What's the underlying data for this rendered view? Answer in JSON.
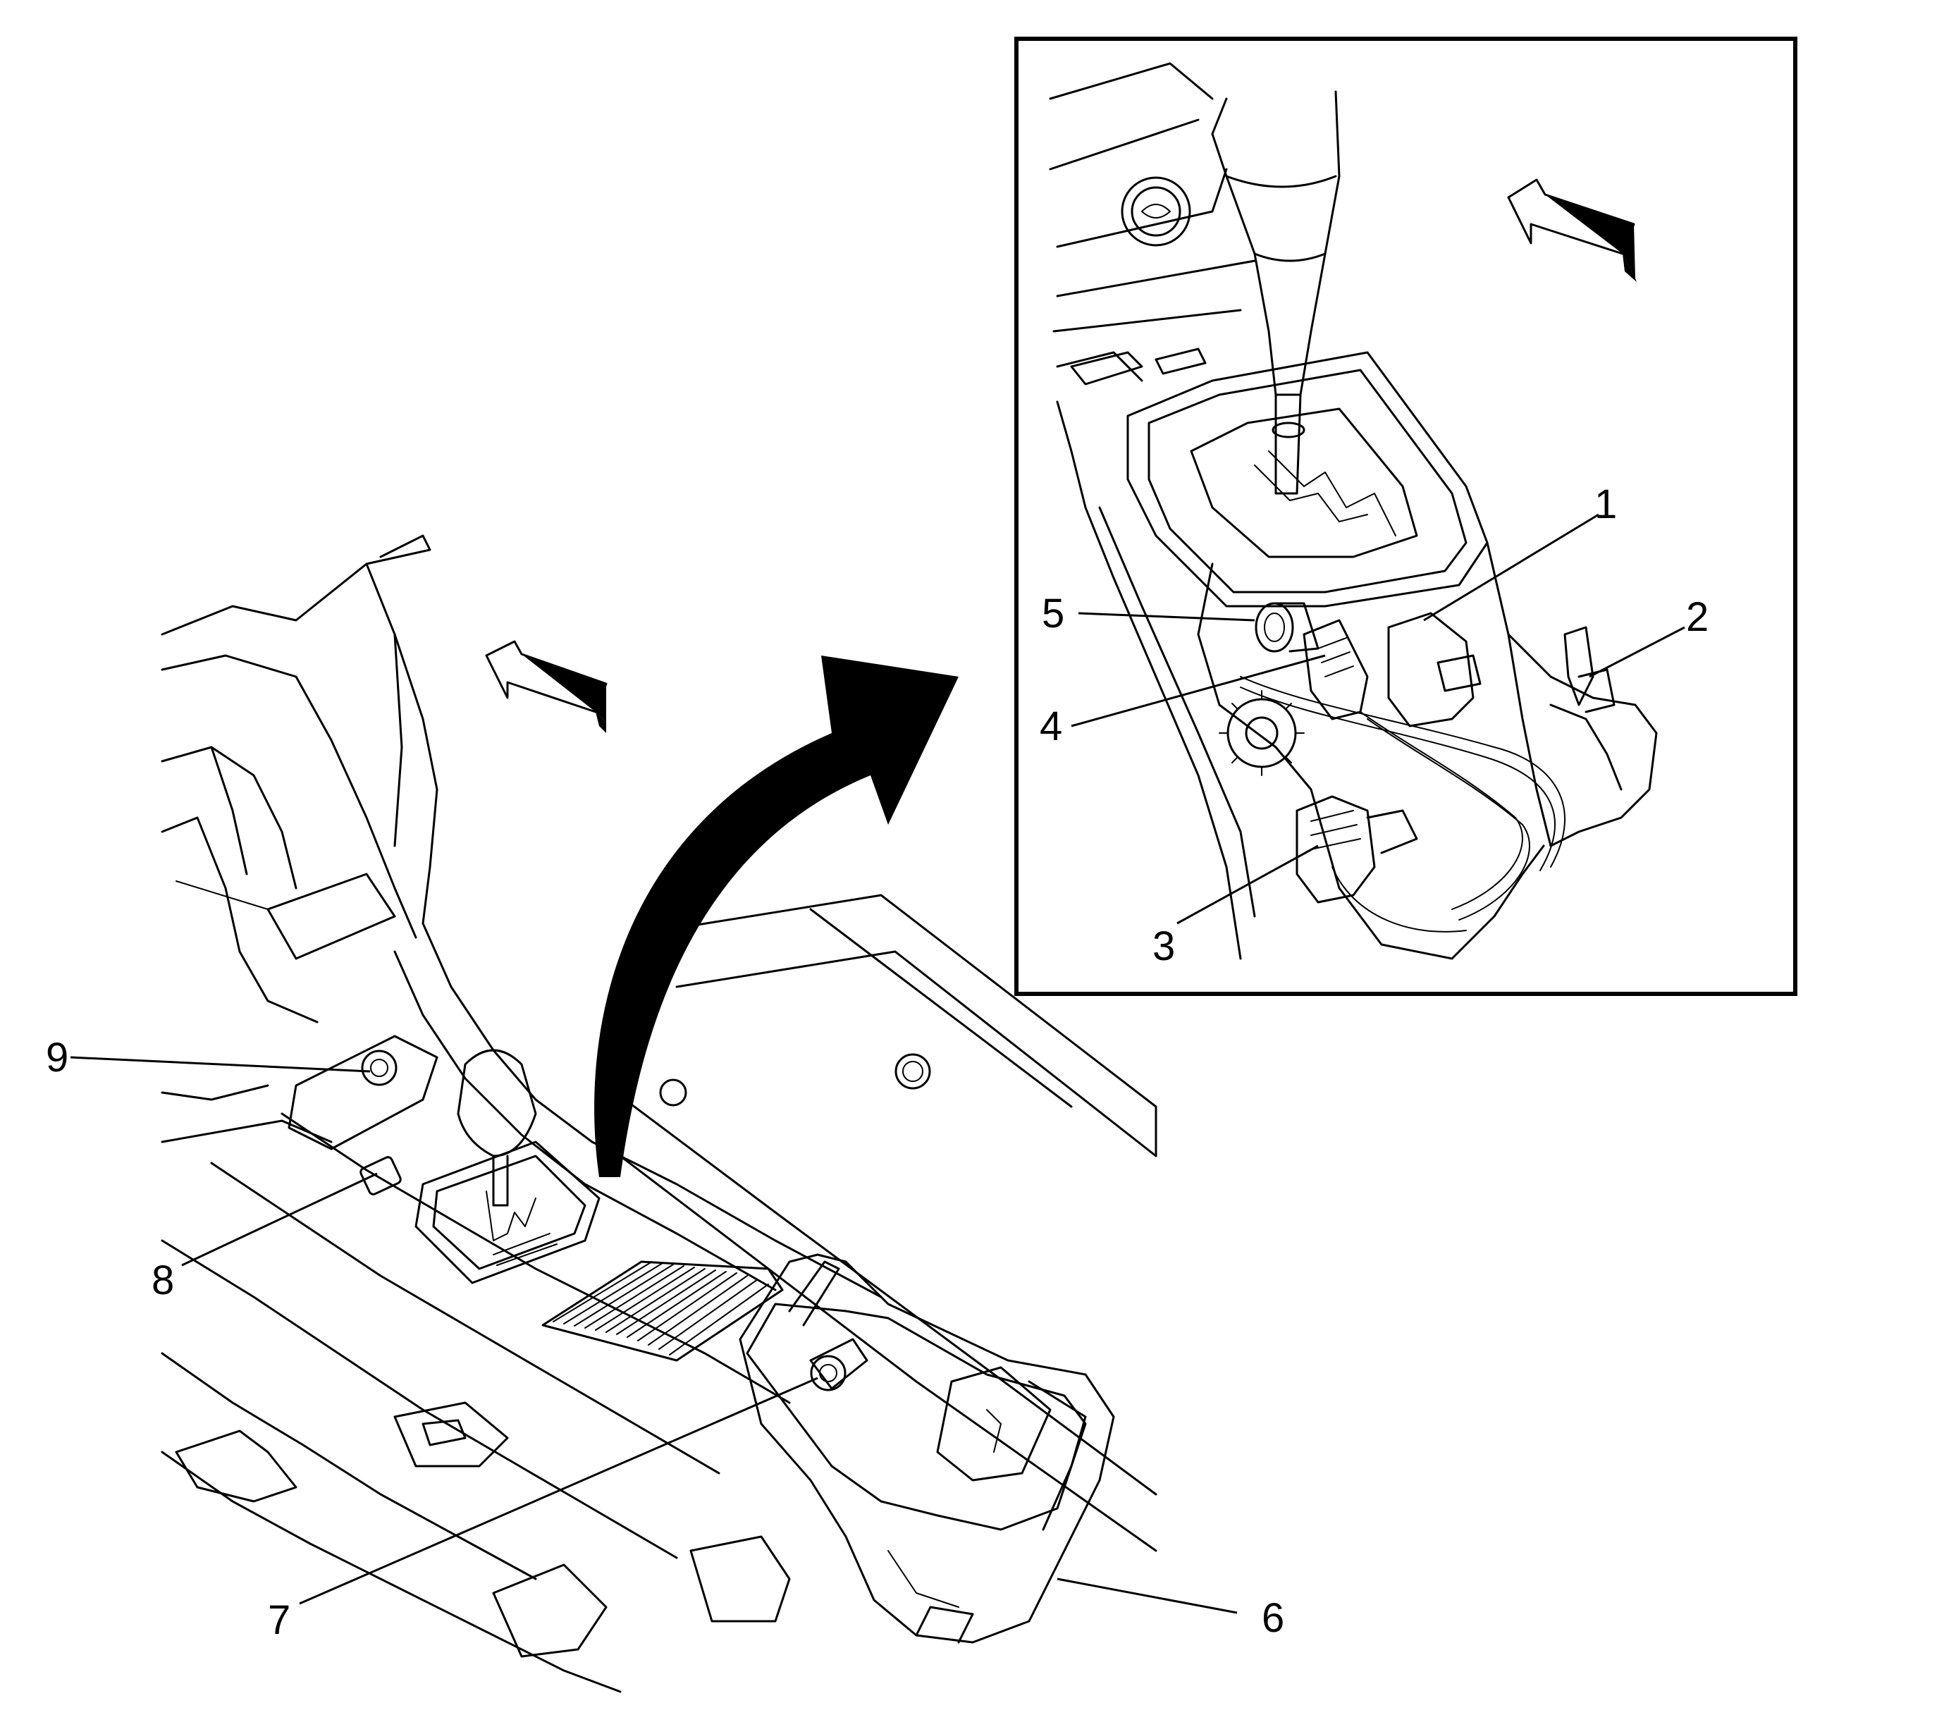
{
  "callouts": {
    "c1": "1",
    "c2": "2",
    "c3": "3",
    "c4": "4",
    "c5": "5",
    "c6": "6",
    "c7": "7",
    "c8": "8",
    "c9": "9"
  },
  "colors": {
    "line": "#000000",
    "background": "#ffffff"
  },
  "icons": {
    "front_arrow": "forward-direction-arrow-icon",
    "view_arrow": "curved-detail-arrow-icon"
  }
}
